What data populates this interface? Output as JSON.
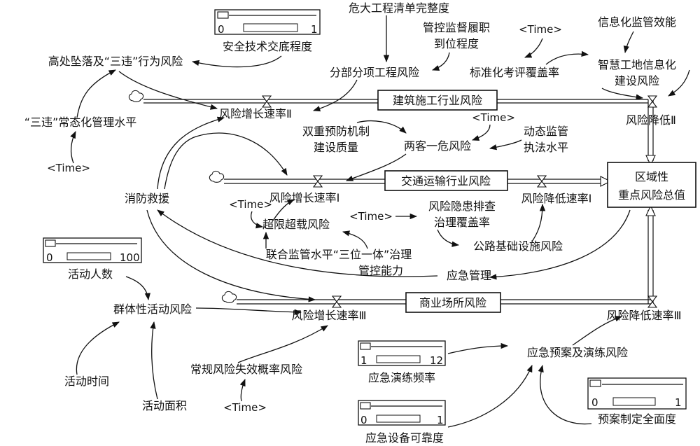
{
  "stocks": {
    "construction": "建筑施工行业风险",
    "transport": "交通运输行业风险",
    "commercial": "商业场所风险",
    "regional_total_line1": "区域性",
    "regional_total_line2": "重点风险总值"
  },
  "flows": {
    "growth_1": "风险增长速率Ⅰ",
    "growth_2": "风险增长速率Ⅱ",
    "growth_3": "风险增长速率Ⅲ",
    "reduce_1": "风险降低速率Ⅰ",
    "reduce_2": "风险降低Ⅱ",
    "reduce_3": "风险降低速率Ⅲ"
  },
  "variables": {
    "hazardous_list": "危大工程清单完整度",
    "supervision_line1": "管控监督履职",
    "supervision_line2": "到位程度",
    "info_efficiency": "信息化监管效能",
    "safety_disclosure": "安全技术交底程度",
    "fall_violation": "高处坠落及“三违”行为风险",
    "sub_project": "分部分项工程风险",
    "standard_eval": "标准化考评覆盖率",
    "smart_site_line1": "智慧工地信息化",
    "smart_site_line2": "建设风险",
    "three_violation_mgmt": "“三违”常态化管理水平",
    "dual_prevention_line1": "双重预防机制",
    "dual_prevention_line2": "建设质量",
    "two_one_risk": "两客一危风险",
    "dynamic_line1": "动态监管",
    "dynamic_line2": "执法水平",
    "fire_rescue": "消防救援",
    "overload": "超限超载风险",
    "hazard_line1": "风险隐患排查",
    "hazard_line2": "治理覆盖率",
    "joint_line1": "联合监管水平“三位一体”治理",
    "joint_line2": "管控能力",
    "road_infra": "公路基础设施风险",
    "activity_count": "活动人数",
    "emergency_mgmt": "应急管理",
    "group_activity": "群体性活动风险",
    "regular_failure": "常规风险失效概率风险",
    "activity_time": "活动时间",
    "activity_area": "活动面积",
    "drill_freq": "应急演练频率",
    "emergency_plan": "应急预案及演练风险",
    "equipment_reliability": "应急设备可靠度",
    "plan_completeness": "预案制定全面度",
    "time": "<Time>"
  },
  "sliders": {
    "safety_disclosure": {
      "min": "0",
      "max": "1"
    },
    "activity_count": {
      "min": "0",
      "max": "100"
    },
    "drill_freq": {
      "min": "1",
      "max": "12"
    },
    "equipment_reliability": {
      "min": "0",
      "max": "1"
    },
    "plan_completeness": {
      "min": "0",
      "max": "1"
    }
  }
}
